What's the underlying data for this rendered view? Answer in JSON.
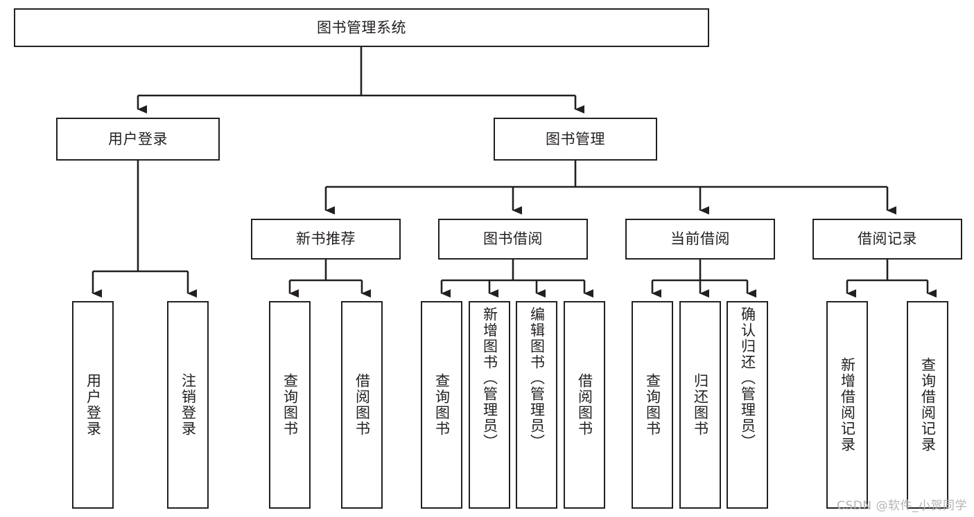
{
  "diagram": {
    "title": "图书管理系统",
    "type": "tree-structure-chart",
    "root": {
      "id": "root",
      "label": "图书管理系统"
    },
    "level2": [
      {
        "id": "user-login",
        "label": "用户登录"
      },
      {
        "id": "book-manage",
        "label": "图书管理"
      }
    ],
    "level3": [
      {
        "id": "new-book-recommend",
        "label": "新书推荐",
        "parent": "book-manage"
      },
      {
        "id": "book-borrow",
        "label": "图书借阅",
        "parent": "book-manage"
      },
      {
        "id": "current-borrow",
        "label": "当前借阅",
        "parent": "book-manage"
      },
      {
        "id": "borrow-record",
        "label": "借阅记录",
        "parent": "book-manage"
      }
    ],
    "leaves": [
      {
        "id": "leaf-user-login",
        "label": "用户登录",
        "parent": "user-login"
      },
      {
        "id": "leaf-logout-login",
        "label": "注销登录",
        "parent": "user-login"
      },
      {
        "id": "leaf-query-book-1",
        "label": "查询图书",
        "parent": "new-book-recommend"
      },
      {
        "id": "leaf-borrow-book-1",
        "label": "借阅图书",
        "parent": "new-book-recommend"
      },
      {
        "id": "leaf-query-book-2",
        "label": "查询图书",
        "parent": "book-borrow"
      },
      {
        "id": "leaf-add-book",
        "label": "新增图书（管理员）",
        "parent": "book-borrow"
      },
      {
        "id": "leaf-edit-book",
        "label": "编辑图书（管理员）",
        "parent": "book-borrow"
      },
      {
        "id": "leaf-borrow-book-2",
        "label": "借阅图书",
        "parent": "book-borrow"
      },
      {
        "id": "leaf-query-book-3",
        "label": "查询图书",
        "parent": "current-borrow"
      },
      {
        "id": "leaf-return-book",
        "label": "归还图书",
        "parent": "current-borrow"
      },
      {
        "id": "leaf-confirm-return",
        "label": "确认归还（管理员）",
        "parent": "current-borrow"
      },
      {
        "id": "leaf-add-record",
        "label": "新增借阅记录",
        "parent": "borrow-record"
      },
      {
        "id": "leaf-query-record",
        "label": "查询借阅记录",
        "parent": "borrow-record"
      }
    ],
    "colors": {
      "stroke": "#231f20",
      "fill": "#ffffff",
      "text": "#231f20",
      "watermark": "#b3b3b3"
    }
  },
  "watermark": {
    "text": "CSDN @软件_小贺同学"
  }
}
